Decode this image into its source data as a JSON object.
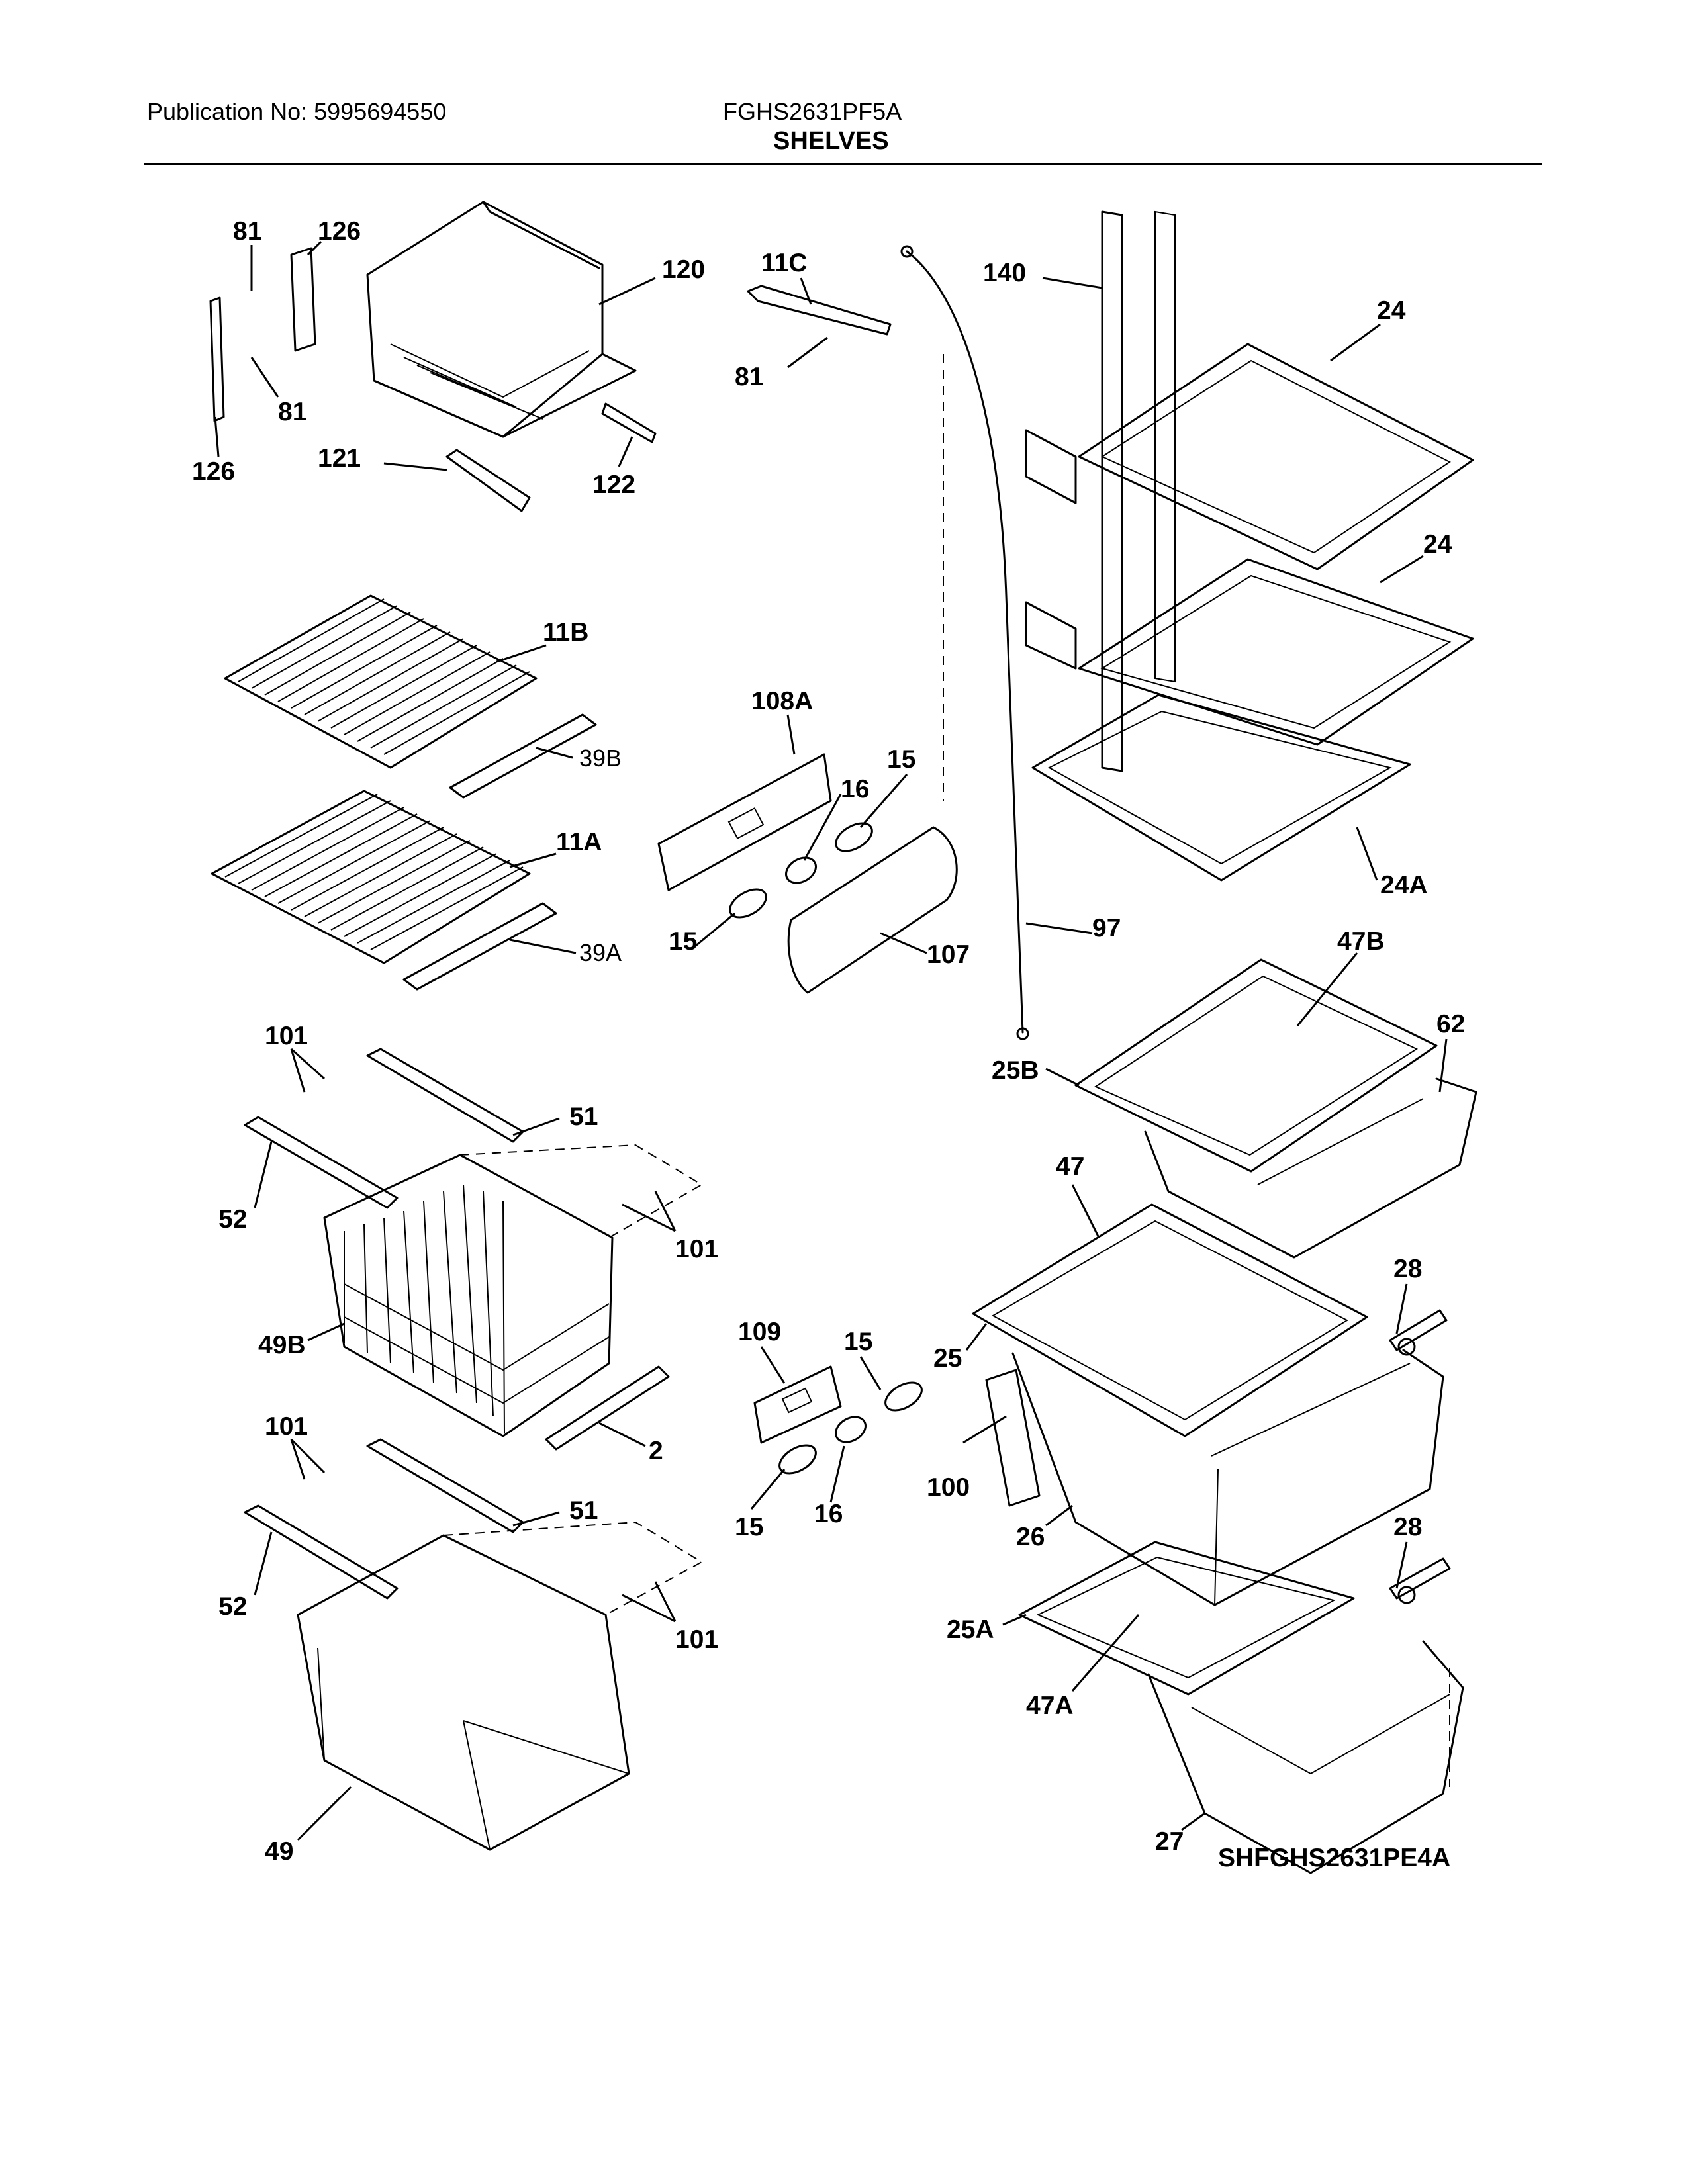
{
  "header": {
    "publication": "Publication No: 5995694550",
    "model": "FGHS2631PF5A",
    "section_title": "SHELVES"
  },
  "reference_code": "SHFGHS2631PE4A",
  "callouts": [
    {
      "id": "c81a",
      "label": "81"
    },
    {
      "id": "c126a",
      "label": "126"
    },
    {
      "id": "c120",
      "label": "120"
    },
    {
      "id": "c81b",
      "label": "81"
    },
    {
      "id": "c126b",
      "label": "126"
    },
    {
      "id": "c121",
      "label": "121"
    },
    {
      "id": "c122",
      "label": "122"
    },
    {
      "id": "c11c",
      "label": "11C"
    },
    {
      "id": "c81c",
      "label": "81"
    },
    {
      "id": "c140",
      "label": "140"
    },
    {
      "id": "c24a",
      "label": "24"
    },
    {
      "id": "c24b",
      "label": "24"
    },
    {
      "id": "c11b",
      "label": "11B"
    },
    {
      "id": "c39b",
      "label": "39B"
    },
    {
      "id": "c11a",
      "label": "11A"
    },
    {
      "id": "c39a",
      "label": "39A"
    },
    {
      "id": "c108a",
      "label": "108A"
    },
    {
      "id": "c16a",
      "label": "16"
    },
    {
      "id": "c15a",
      "label": "15"
    },
    {
      "id": "c15b",
      "label": "15"
    },
    {
      "id": "c107",
      "label": "107"
    },
    {
      "id": "c97",
      "label": "97"
    },
    {
      "id": "c24c",
      "label": "24A"
    },
    {
      "id": "c47b",
      "label": "47B"
    },
    {
      "id": "c62",
      "label": "62"
    },
    {
      "id": "c25b",
      "label": "25B"
    },
    {
      "id": "c101a",
      "label": "101"
    },
    {
      "id": "c51a",
      "label": "51"
    },
    {
      "id": "c52a",
      "label": "52"
    },
    {
      "id": "c101b",
      "label": "101"
    },
    {
      "id": "c49b",
      "label": "49B"
    },
    {
      "id": "c2",
      "label": "2"
    },
    {
      "id": "c47",
      "label": "47"
    },
    {
      "id": "c28a",
      "label": "28"
    },
    {
      "id": "c25",
      "label": "25"
    },
    {
      "id": "c109",
      "label": "109"
    },
    {
      "id": "c15c",
      "label": "15"
    },
    {
      "id": "c100",
      "label": "100"
    },
    {
      "id": "c15d",
      "label": "15"
    },
    {
      "id": "c16b",
      "label": "16"
    },
    {
      "id": "c26",
      "label": "26"
    },
    {
      "id": "c101c",
      "label": "101"
    },
    {
      "id": "c51b",
      "label": "51"
    },
    {
      "id": "c52b",
      "label": "52"
    },
    {
      "id": "c101d",
      "label": "101"
    },
    {
      "id": "c28b",
      "label": "28"
    },
    {
      "id": "c25a",
      "label": "25A"
    },
    {
      "id": "c47a",
      "label": "47A"
    },
    {
      "id": "c27",
      "label": "27"
    },
    {
      "id": "c49",
      "label": "49"
    }
  ]
}
